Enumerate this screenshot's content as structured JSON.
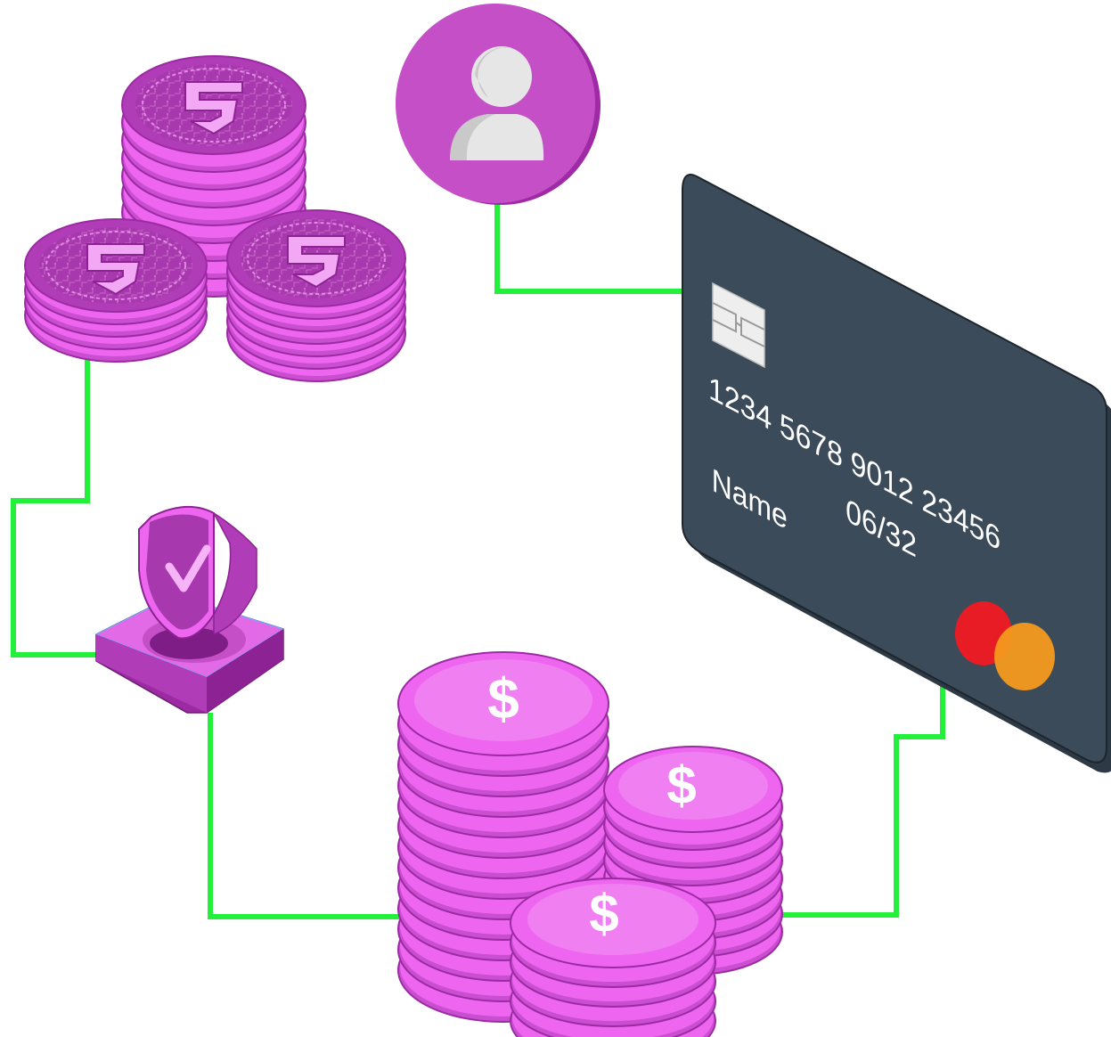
{
  "colors": {
    "connector": "#22f03a",
    "coin_light": "#ee66f0",
    "coin_mid": "#c94ed0",
    "coin_dark": "#9b2aa3",
    "coin_rim": "#b03cb8",
    "card_body": "#3c4b5a",
    "card_edge": "#2d3945",
    "user_bg": "#c44fc6",
    "user_figure": "#e6e6e6",
    "mc_red": "#e81c24",
    "mc_orange": "#f39a1e",
    "chip": "#eeeeee"
  },
  "icons": {
    "token_stacks": "s-token-coin-icon",
    "user": "user-avatar-icon",
    "card": "credit-card-icon",
    "shield": "shield-check-icon",
    "dollar_stacks": "dollar-coin-icon",
    "card_brand": "mastercard-logo-icon",
    "card_chip": "emv-chip-icon"
  },
  "card": {
    "number": "1234 5678 9012 23456",
    "name": "Name",
    "expiry": "06/32"
  }
}
